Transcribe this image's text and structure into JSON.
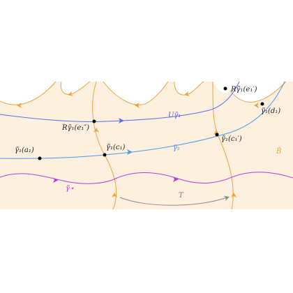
{
  "labels": {
    "r_gamma1_e1pp": "Rγ̃₁(e₁″)",
    "r_gamma1_e1p": "Rγ̃₁(e₁′)",
    "u_gamma1": "Uγ̃₁",
    "gamma1_d1": "γ̃₁(d₁)",
    "gamma1_a1": "γ̃₁(a₁)",
    "gamma1_c1": "γ̃₁(c₁)",
    "gamma1": "γ̃₁",
    "gamma1_c1p": "γ̃₁(c₁′)",
    "b_tilde": "B̃",
    "gamma_star": "γ̃⋆",
    "t": "T"
  },
  "colors": {
    "region_fill": "#fdf0df",
    "orange": "#eda33b",
    "blue": "#5b6ee8",
    "lightblue": "#4a98e6",
    "purple": "#b43cd9",
    "gray": "#8a8a8a",
    "point": "#000000"
  }
}
